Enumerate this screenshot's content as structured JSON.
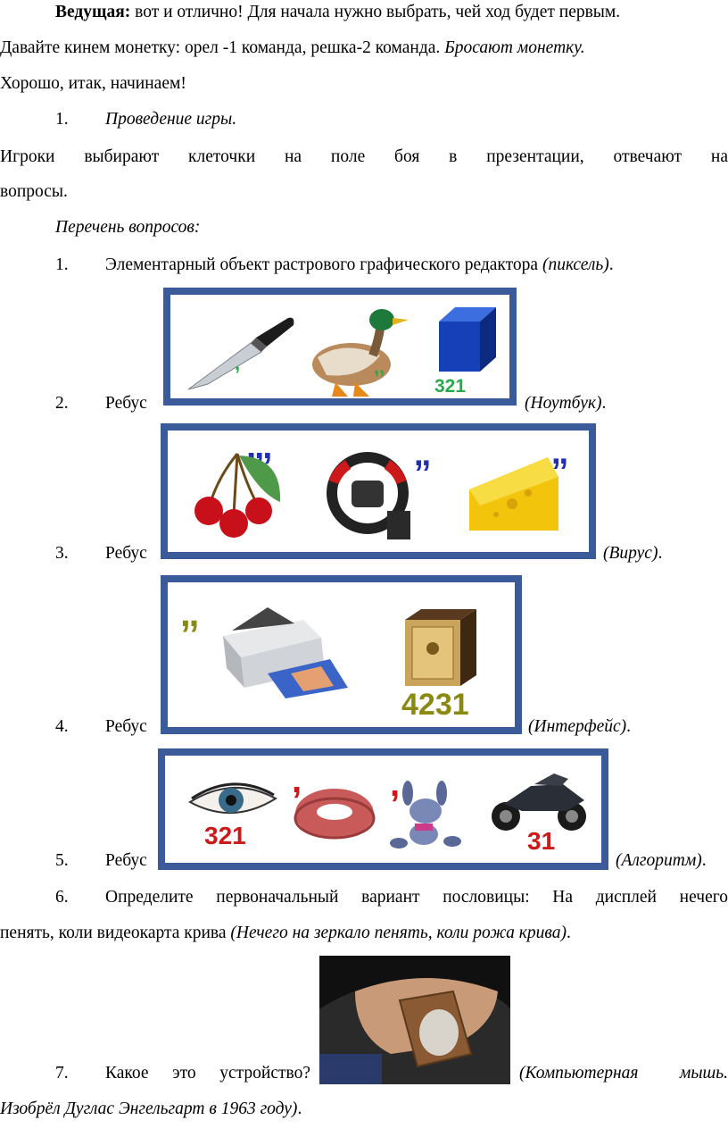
{
  "intro": {
    "host_label": "Ведущая:",
    "line1_rest": " вот и отлично! Для начала нужно выбрать, чей ход будет первым.",
    "line2_main": "Давайте кинем монетку: орел -1 команда, решка-2 команда. ",
    "line2_italic": "Бросают монетку.",
    "line3": "Хорошо, итак, начинаем!"
  },
  "section": {
    "number": "1.",
    "title": "Проведение игры."
  },
  "players": {
    "line1": "Игроки выбирают клеточки на поле боя в презентации, отвечают на",
    "line2": "вопросы."
  },
  "questions_heading": "Перечень вопросов:",
  "questions": [
    {
      "number": "1.",
      "text": "Элементарный объект растрового графического редактора ",
      "answer": "(пиксель)",
      "end": "."
    },
    {
      "number": "2.",
      "text": "Ребус",
      "answer": "(Ноутбук)",
      "end": ".",
      "rebus": {
        "mark1": ",",
        "mark2": ",,",
        "digits": "321"
      }
    },
    {
      "number": "3.",
      "text": "Ребус",
      "answer": "(Вирус)",
      "end": ".",
      "rebus": {
        "mark1": ",,,",
        "mark2": ",,",
        "mark3": ",,"
      }
    },
    {
      "number": "4.",
      "text": "Ребус",
      "answer": "(Интерфейс)",
      "end": ".",
      "rebus": {
        "mark1": ",,",
        "digits": "4231"
      }
    },
    {
      "number": "5.",
      "text": "Ребус",
      "answer": "(Алгоритм)",
      "end": ".",
      "rebus": {
        "digits1": "321",
        "mark1": ",",
        "mark2": ",",
        "digits2": "31"
      }
    },
    {
      "number": "6.",
      "text": "Определите первоначальный вариант пословицы: На дисплей нечего",
      "text2": "пенять, коли видеокарта крива ",
      "answer": "(Нечего на зеркало пенять, коли рожа крива)",
      "end": "."
    },
    {
      "number": "7.",
      "text": "Какое это устройство?",
      "answer": "(Компьютерная мышь.",
      "answer2": "Изобрёл Дуглас Энгельгарт в 1963 году)",
      "end": "."
    }
  ],
  "colors": {
    "frame": "#3b5a9a",
    "green_mark": "#2aa84a",
    "blue_mark": "#1f2fb8",
    "olive_mark": "#8a8a10",
    "red_mark": "#cc1a1a"
  }
}
